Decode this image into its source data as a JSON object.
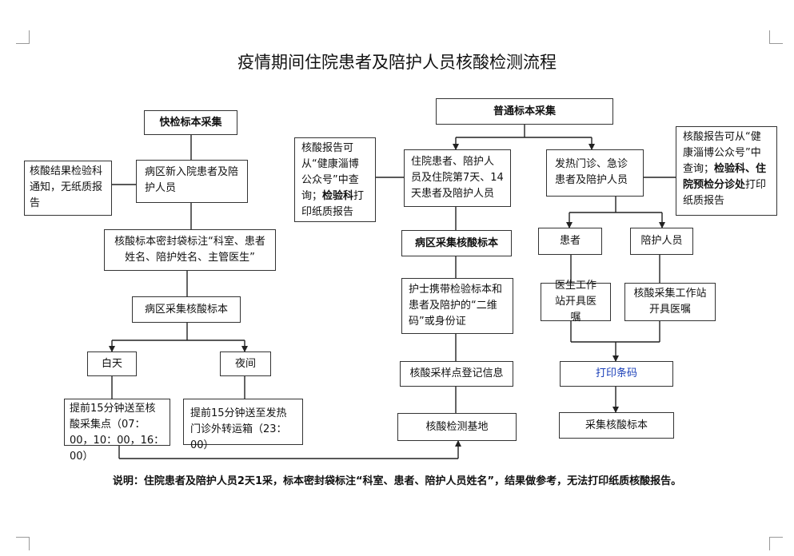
{
  "title": "疫情期间住院患者及陪护人员核酸检测流程",
  "left": {
    "header": "快检标本采集",
    "side_note": "核酸结果检验科通知，无纸质报告",
    "step1": "病区新入院患者及陪护人员",
    "step2": "核酸标本密封袋标注“科室、患者姓名、陪护姓名、主管医生”",
    "step3": "病区采集核酸标本",
    "day": "白天",
    "night": "夜间",
    "day_detail": "提前15分钟送至核酸采集点（07：00，10：00，16：00）",
    "night_detail": "提前15分钟送至发热门诊外转运箱（23：00）"
  },
  "right": {
    "header": "普通标本采集",
    "left_note": {
      "part1": "核酸报告可从“健康淄博公众号”中查询；",
      "bold": "检验科",
      "part2": "打印纸质报告"
    },
    "inpatient": "住院患者、陪护人员及住院第7天、14天患者及陪护人员",
    "collect": "病区采集核酸标本",
    "nurse": "护士携带检验标本和患者及陪护的“二维码”或身份证",
    "register": "核酸采样点登记信息",
    "base": "核酸检测基地",
    "fever": "发热门诊、急诊患者及陪护人员",
    "right_note": {
      "part1": "核酸报告可从“健康淄博公众号”中查询；",
      "bold": "检验科、住院预检分诊处",
      "part2": "打印纸质报告"
    },
    "patient": "患者",
    "escort": "陪护人员",
    "doctor_station": "医生工作站开具医嘱",
    "collect_station": "核酸采集工作站开具医嘱",
    "print": "打印条码",
    "sample": "采集核酸标本"
  },
  "footnote": "说明：住院患者及陪护人员2天1采，标本密封袋标注“科室、患者、陪护人员姓名”，结果做参考，无法打印纸质核酸报告。"
}
